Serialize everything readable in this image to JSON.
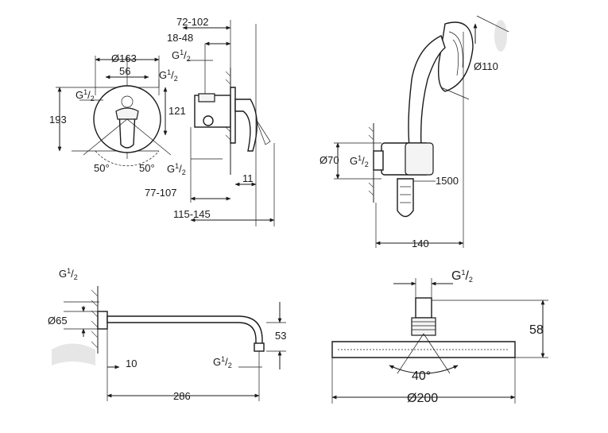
{
  "mixer": {
    "dim_width_range": "72-102",
    "dim_offset_range": "18-48",
    "dim_rosette_dia": "Ø163",
    "dim_center": "56",
    "dim_height": "193",
    "dim_121": "121",
    "dim_thread_top": "G",
    "dim_thread_left": "G",
    "dim_thread_mid": "G",
    "dim_thread_bottom": "G",
    "thread_frac_num": "1",
    "thread_frac_den": "2",
    "angle_left": "50°",
    "angle_right": "50°",
    "dim_depth_range": "77-107",
    "dim_total_range": "115-145",
    "dim_11": "11"
  },
  "hand_shower": {
    "dim_head_dia": "Ø110",
    "dim_bracket_dia": "Ø70",
    "dim_thread": "G",
    "thread_frac_num": "1",
    "thread_frac_den": "2",
    "dim_hose": "1500",
    "dim_width": "140"
  },
  "arm": {
    "dim_thread_top": "G",
    "dim_flange_dia": "Ø65",
    "dim_drop": "53",
    "dim_wall": "10",
    "dim_thread_bottom": "G",
    "thread_frac_num": "1",
    "thread_frac_den": "2",
    "dim_length": "286"
  },
  "head_shower": {
    "dim_thread": "G",
    "thread_frac_num": "1",
    "thread_frac_den": "2",
    "dim_height": "58",
    "dim_angle": "40°",
    "dim_dia": "Ø200"
  }
}
